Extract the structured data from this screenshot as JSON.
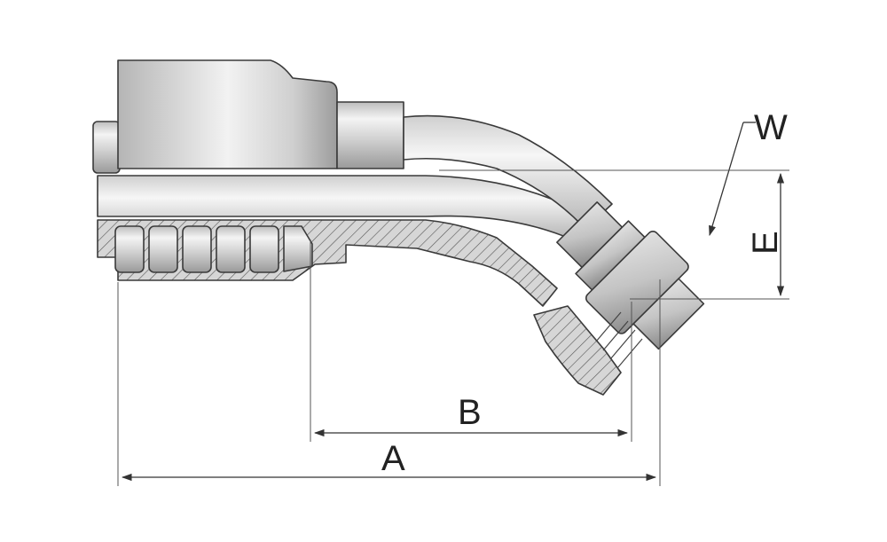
{
  "diagram": {
    "labels": {
      "w": "W",
      "e": "E",
      "b": "B",
      "a": "A"
    },
    "colors": {
      "metal_light": "#e8e8e8",
      "metal_mid": "#c9c9c9",
      "metal_dark": "#8e8e8e",
      "outline": "#3a3a3a",
      "hatch": "#555555",
      "dimension": "#333333"
    }
  }
}
